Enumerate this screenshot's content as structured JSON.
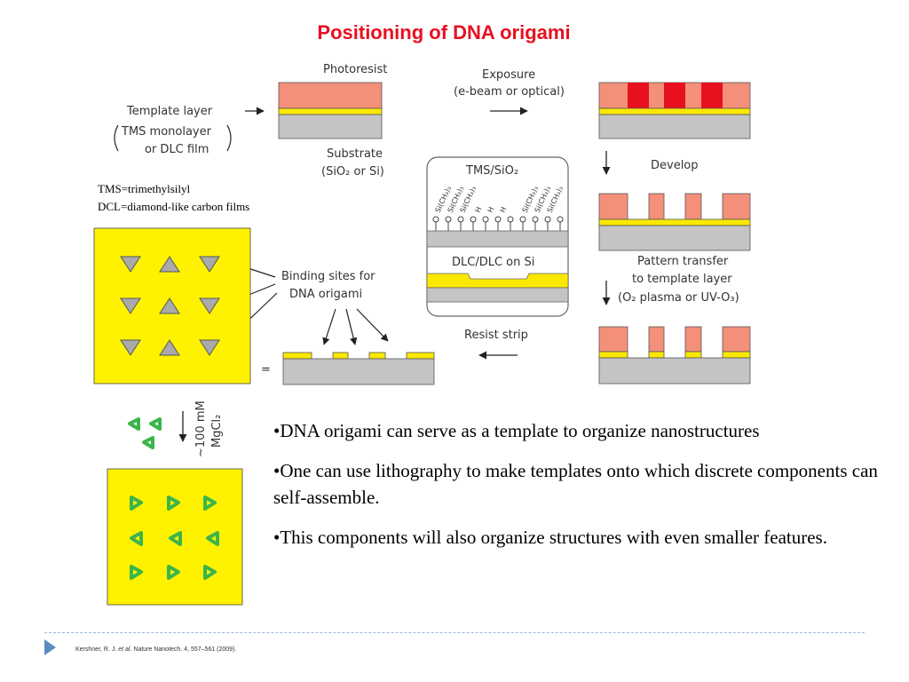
{
  "slide": {
    "title": "Positioning of DNA origami",
    "bullets": [
      "•DNA origami can serve as a template to organize nanostructures",
      "•One can use lithography to make templates onto which discrete components can self-assemble.",
      "•This components will also organize structures with even smaller features."
    ],
    "citation": {
      "authors": "Kershner, R. J. ",
      "etal": "et al.",
      "journal": " Nature Nanotech. 4, 557–561 (2009)."
    }
  },
  "diagram": {
    "photoresist": "Photoresist",
    "template_layer": "Template layer",
    "tms_monolayer": "TMS monolayer",
    "or_dlc_film": "or DLC film",
    "substrate": "Substrate",
    "substrate_material": "(SiO₂ or Si)",
    "exposure": "Exposure",
    "exposure_method": "(e-beam or optical)",
    "develop": "Develop",
    "tms_sio2": "TMS/SiO₂",
    "dlc_on_si": "DLC/DLC on Si",
    "pattern_transfer_1": "Pattern transfer",
    "pattern_transfer_2": "to template layer",
    "pattern_transfer_3": "(O₂ plasma or UV-O₃)",
    "resist_strip": "Resist strip",
    "binding_sites_1": "Binding sites for",
    "binding_sites_2": "DNA origami",
    "equals": "=",
    "tms_def": "TMS=trimethylsilyl",
    "dcl_def": "DCL=diamond-like carbon films",
    "mgcl2_1": "~100 mM",
    "mgcl2_2": "MgCl₂",
    "molecules": [
      "Si(CH₃)₃",
      "Si(CH₃)₃",
      "Si(CH₃)₃",
      "H",
      "H",
      "H",
      "Si(CH₃)₃",
      "Si(CH₃)₃",
      "Si(CH₃)₃"
    ]
  },
  "colors": {
    "title": "#e8101f",
    "photoresist": "#f4907a",
    "exposed": "#e8101f",
    "template_layer": "#fbe800",
    "substrate": "#c4c4c4",
    "binding_panel": "#fff200",
    "triangle_gray": "#aaaaaa",
    "triangle_green": "#3bb54a",
    "footer_marker": "#5b8bc1"
  }
}
